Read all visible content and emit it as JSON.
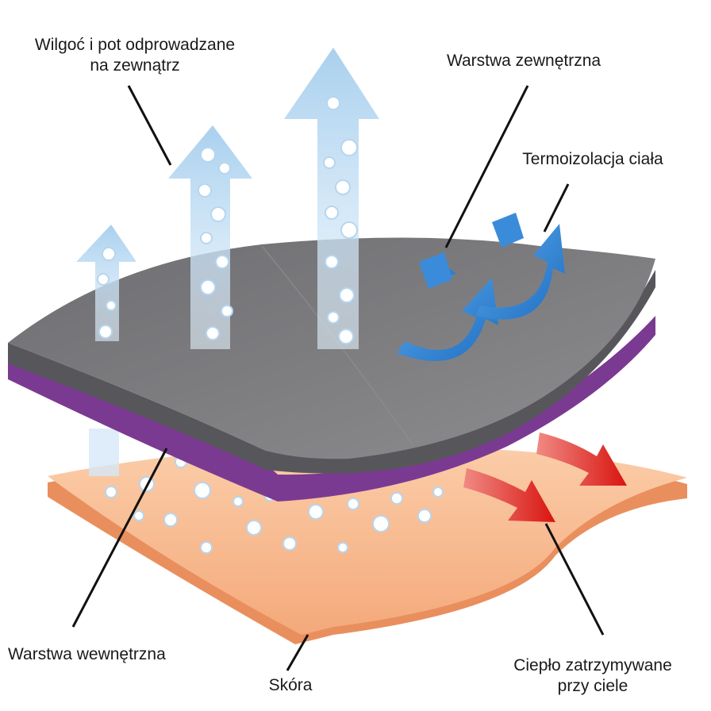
{
  "labels": {
    "moisture_line1": "Wilgoć i pot odprowadzane",
    "moisture_line2": "na zewnątrz",
    "outer_layer": "Warstwa zewnętrzna",
    "thermal_insulation": "Termoizolacja ciała",
    "inner_layer": "Warstwa wewnętrzna",
    "skin": "Skóra",
    "heat_line1": "Ciepło zatrzymywane",
    "heat_line2": "przy ciele"
  },
  "colors": {
    "outer_layer": "#7a7a7d",
    "inner_layer": "#7b3a92",
    "skin": "#f6b48a",
    "moisture_arrow": "#bcdcf2",
    "insulation_arrow": "#2e7fd0",
    "heat_arrow": "#e3221c"
  }
}
